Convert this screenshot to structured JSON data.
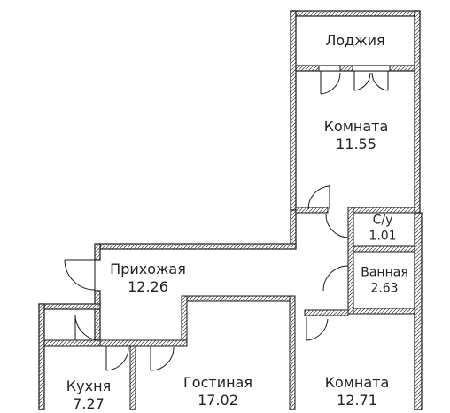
{
  "plan": {
    "rooms": [
      {
        "id": "loggia",
        "name": "Лоджия",
        "area": ""
      },
      {
        "id": "room1",
        "name": "Комната",
        "area": "11.55"
      },
      {
        "id": "wc",
        "name": "С/у",
        "area": "1.01"
      },
      {
        "id": "bath",
        "name": "Ванная",
        "area": "2.63"
      },
      {
        "id": "hall",
        "name": "Прихожая",
        "area": "12.26"
      },
      {
        "id": "living",
        "name": "Гостиная",
        "area": "17.02"
      },
      {
        "id": "room2",
        "name": "Комната",
        "area": "12.71"
      },
      {
        "id": "kitchen",
        "name": "Кухня",
        "area": "7.27"
      }
    ]
  }
}
